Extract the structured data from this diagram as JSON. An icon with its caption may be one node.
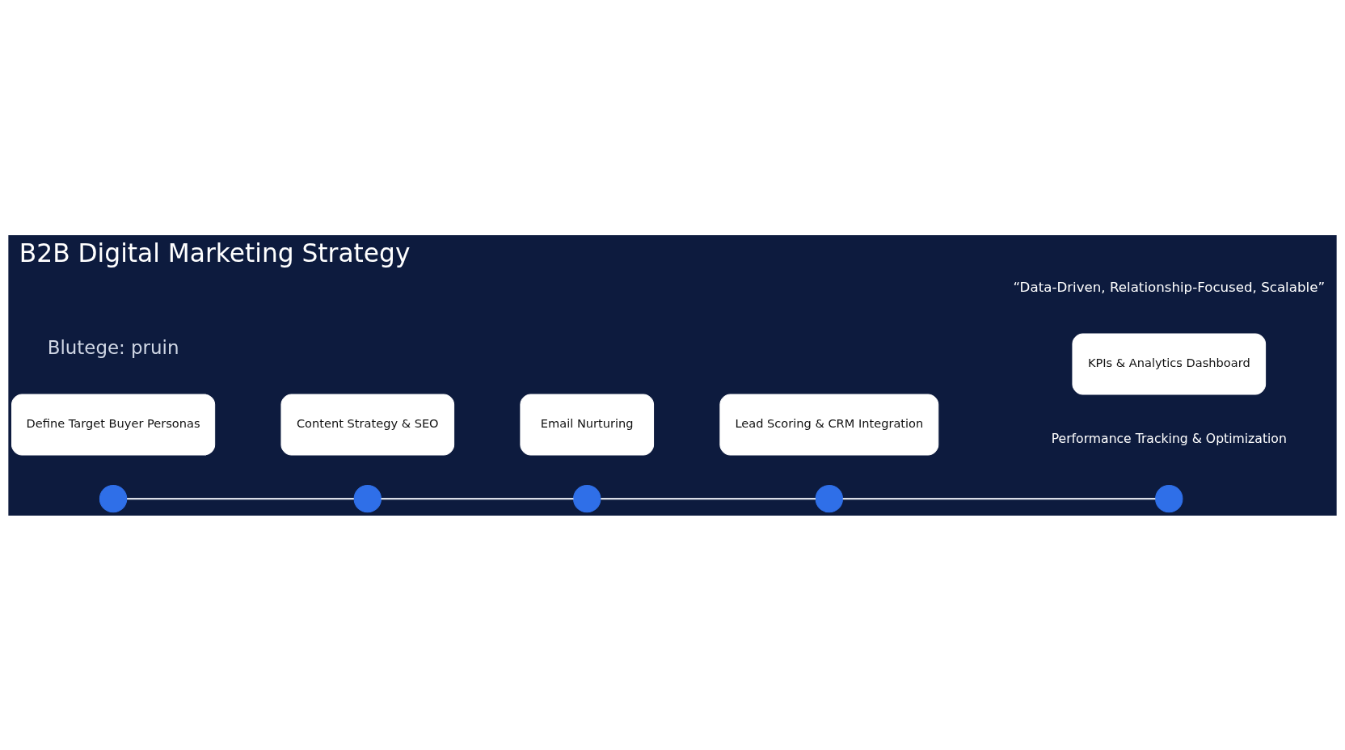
{
  "diagram": {
    "title": "B2B Digital Marketing Strategy",
    "nodes": [
      {
        "text": [],
        "shape": "circle"
      },
      {
        "text": [],
        "shape": "circle"
      },
      {
        "text": [],
        "shape": "circle"
      },
      {
        "text": [],
        "shape": "circle"
      },
      {
        "text": [],
        "shape": "circle",
        "beside": [
          "Performance Tracking & Optimization"
        ]
      },
      {
        "text": [
          "Define Target Buyer Personas"
        ]
      },
      {
        "text": [
          "Content Strategy & SEO"
        ]
      },
      {
        "text": [
          "Email Nurturing"
        ]
      },
      {
        "text": [
          "Lead Scoring & CRM Integration"
        ]
      },
      {
        "text": [
          "KPIs & Analytics Dashboard"
        ]
      }
    ],
    "edges": [
      {
        "from": 0,
        "to": 1,
        "arrow": "none"
      },
      {
        "from": 1,
        "to": 2,
        "arrow": "none"
      },
      {
        "from": 2,
        "to": 3,
        "arrow": "none"
      },
      {
        "from": 3,
        "to": 4,
        "arrow": "none"
      }
    ],
    "labels": [
      "Blutege: pruin",
      "“Data-Driven, Relationship-Focused, Scalable”"
    ]
  }
}
